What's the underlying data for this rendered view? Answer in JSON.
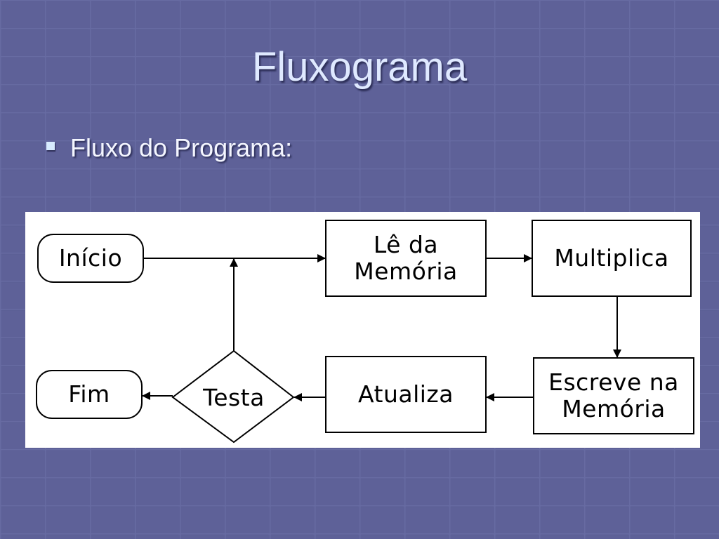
{
  "slide": {
    "title": "Fluxograma",
    "bullet": "Fluxo do Programa:"
  },
  "diagram": {
    "nodes": {
      "inicio": "Início",
      "le_da_memoria": [
        "Lê da",
        "Memória"
      ],
      "multiplica": "Multiplica",
      "escreve_na_memoria": [
        "Escreve na",
        "Memória"
      ],
      "atualiza": "Atualiza",
      "testa": "Testa",
      "fim": "Fim"
    },
    "edges": [
      {
        "from": "inicio",
        "to": "le_da_memoria"
      },
      {
        "from": "le_da_memoria",
        "to": "multiplica"
      },
      {
        "from": "multiplica",
        "to": "escreve_na_memoria"
      },
      {
        "from": "escreve_na_memoria",
        "to": "atualiza"
      },
      {
        "from": "atualiza",
        "to": "testa"
      },
      {
        "from": "testa",
        "to": "fim"
      },
      {
        "from": "testa",
        "to": "inicio-le_da_memoria-line"
      }
    ]
  },
  "colors": {
    "background": "#5f6299",
    "title": "#dfe9ff",
    "text": "#f4f6ff",
    "diagram_bg": "#ffffff",
    "stroke": "#000000"
  }
}
